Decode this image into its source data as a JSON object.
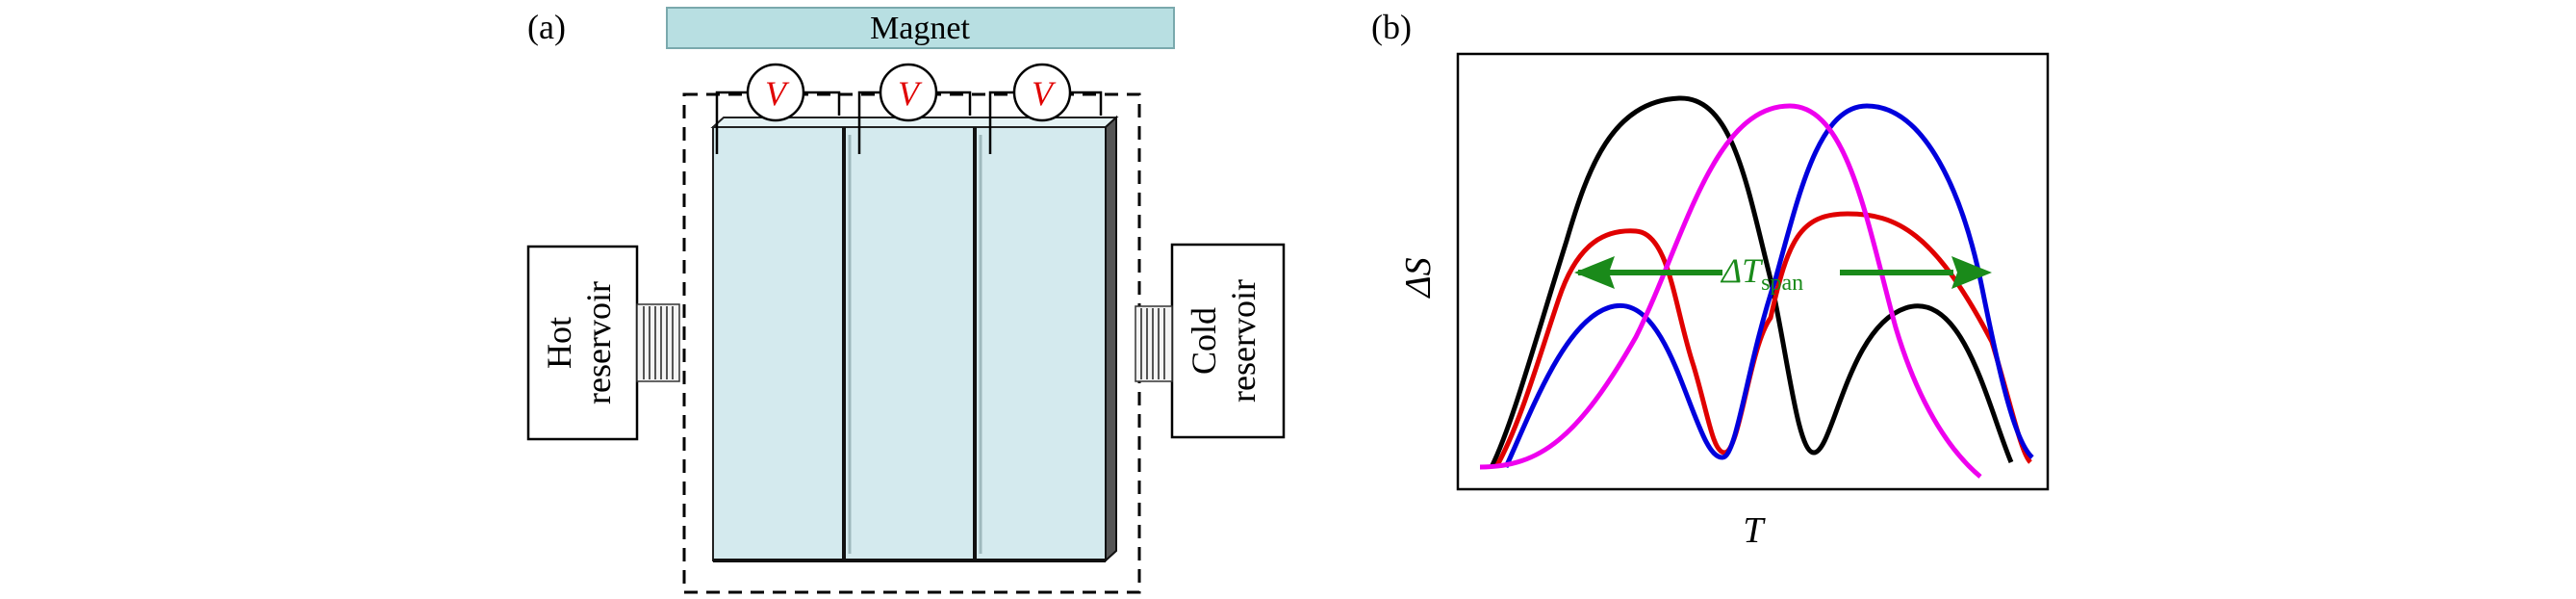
{
  "panel_a": {
    "label": "(a)",
    "magnet_label": "Magnet",
    "voltmeter_symbol": "V",
    "hot_reservoir": {
      "line1": "Hot",
      "line2": "reservoir"
    },
    "cold_reservoir": {
      "line1": "Cold",
      "line2": "reservoir"
    },
    "colors": {
      "magnet_fill": "#b8dfe2",
      "plate_fill": "#d4eaee",
      "voltmeter_text": "#e00000"
    }
  },
  "panel_b": {
    "label": "(b)",
    "ylabel": "ΔS",
    "xlabel": "T",
    "span_label": {
      "main": "ΔT",
      "sub": "span"
    },
    "colors": {
      "black": "#000000",
      "red": "#e00000",
      "blue": "#0000dd",
      "magenta": "#ee00ee",
      "arrow": "#1a8a1a"
    }
  }
}
